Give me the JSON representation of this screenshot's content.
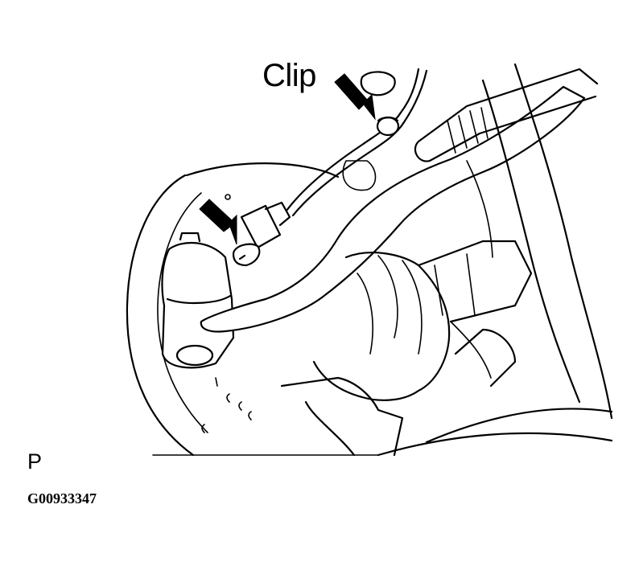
{
  "labels": {
    "clip": "Clip",
    "view_letter": "P",
    "figure_code": "G00933347"
  },
  "colors": {
    "line": "#000000",
    "background": "#ffffff"
  }
}
